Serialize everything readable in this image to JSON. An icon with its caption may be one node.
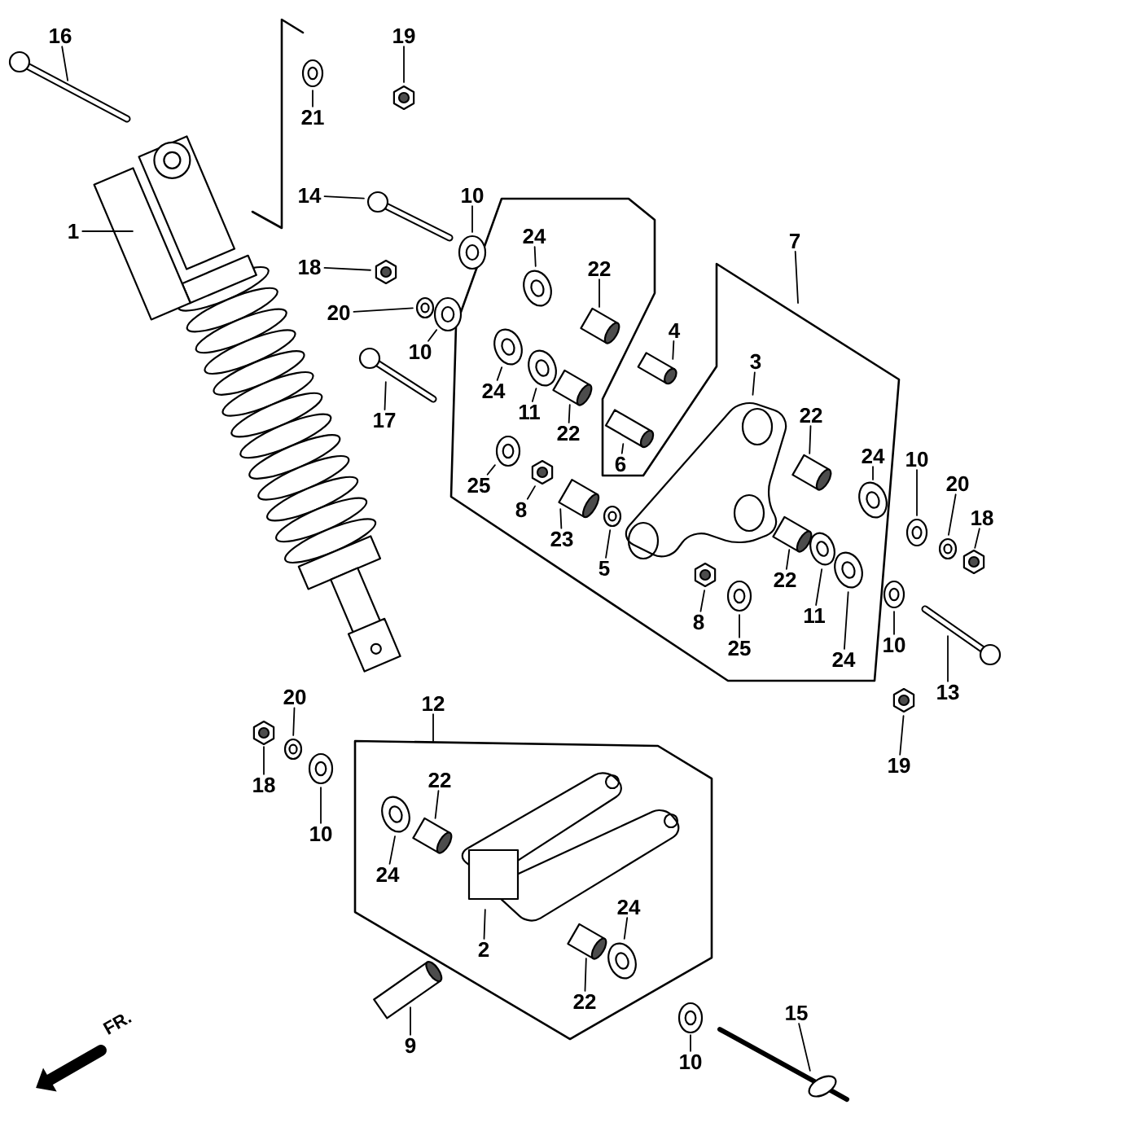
{
  "diagram": {
    "nodes": [
      {
        "text": [
          "16"
        ]
      },
      {
        "text": [
          "21"
        ]
      },
      {
        "text": [
          "19"
        ]
      },
      {
        "text": [
          "1"
        ]
      },
      {
        "text": [
          "14"
        ]
      },
      {
        "text": [
          "10"
        ]
      },
      {
        "text": [
          "18"
        ]
      },
      {
        "text": [
          "20"
        ]
      },
      {
        "text": [
          "10"
        ]
      },
      {
        "text": [
          "17"
        ]
      },
      {
        "text": [
          "24"
        ]
      },
      {
        "text": [
          "22"
        ]
      },
      {
        "text": [
          "4"
        ]
      },
      {
        "text": [
          "7"
        ]
      },
      {
        "text": [
          "3"
        ]
      },
      {
        "text": [
          "24"
        ]
      },
      {
        "text": [
          "11"
        ]
      },
      {
        "text": [
          "22"
        ]
      },
      {
        "text": [
          "6"
        ]
      },
      {
        "text": [
          "25"
        ]
      },
      {
        "text": [
          "8"
        ]
      },
      {
        "text": [
          "23"
        ]
      },
      {
        "text": [
          "5"
        ]
      },
      {
        "text": [
          "22"
        ]
      },
      {
        "text": [
          "24"
        ]
      },
      {
        "text": [
          "10"
        ]
      },
      {
        "text": [
          "20"
        ]
      },
      {
        "text": [
          "18"
        ]
      },
      {
        "text": [
          "22"
        ]
      },
      {
        "text": [
          "11"
        ]
      },
      {
        "text": [
          "24"
        ]
      },
      {
        "text": [
          "8"
        ]
      },
      {
        "text": [
          "25"
        ]
      },
      {
        "text": [
          "10"
        ]
      },
      {
        "text": [
          "13"
        ]
      },
      {
        "text": [
          "19"
        ]
      },
      {
        "text": [
          "12"
        ]
      },
      {
        "text": [
          "20"
        ]
      },
      {
        "text": [
          "18"
        ]
      },
      {
        "text": [
          "10"
        ]
      },
      {
        "text": [
          "22"
        ]
      },
      {
        "text": [
          "24"
        ]
      },
      {
        "text": [
          "2"
        ]
      },
      {
        "text": [
          "24"
        ]
      },
      {
        "text": [
          "22"
        ]
      },
      {
        "text": [
          "9"
        ]
      },
      {
        "text": [
          "10"
        ]
      },
      {
        "text": [
          "15"
        ]
      },
      {
        "text": [],
        "shape": "picture"
      },
      {
        "text": [],
        "shape": "picture"
      },
      {
        "text": [],
        "shape": "picture"
      },
      {
        "text": [],
        "shape": "picture"
      },
      {
        "text": [],
        "shape": "picture"
      },
      {
        "text": [],
        "shape": "picture"
      },
      {
        "text": [],
        "shape": "picture"
      },
      {
        "text": [],
        "shape": "picture"
      },
      {
        "text": [],
        "shape": "picture"
      },
      {
        "text": [],
        "shape": "picture"
      },
      {
        "text": [],
        "shape": "picture"
      },
      {
        "text": [],
        "shape": "picture"
      },
      {
        "text": [],
        "shape": "picture"
      },
      {
        "text": [],
        "shape": "picture"
      },
      {
        "text": [],
        "shape": "picture"
      },
      {
        "text": [],
        "shape": "picture"
      },
      {
        "text": [],
        "shape": "picture"
      },
      {
        "text": [],
        "shape": "picture"
      },
      {
        "text": [],
        "shape": "picture"
      },
      {
        "text": [],
        "shape": "picture"
      },
      {
        "text": [],
        "shape": "picture"
      },
      {
        "text": [],
        "shape": "picture"
      },
      {
        "text": [],
        "shape": "picture"
      },
      {
        "text": [],
        "shape": "picture"
      },
      {
        "text": [],
        "shape": "picture"
      },
      {
        "text": [],
        "shape": "picture"
      },
      {
        "text": [],
        "shape": "picture"
      },
      {
        "text": [],
        "shape": "picture"
      },
      {
        "text": [],
        "shape": "picture"
      },
      {
        "text": [],
        "shape": "picture"
      },
      {
        "text": [],
        "shape": "picture"
      },
      {
        "text": [],
        "shape": "picture"
      },
      {
        "text": [],
        "shape": "picture"
      },
      {
        "text": [],
        "shape": "picture"
      },
      {
        "text": [],
        "shape": "picture"
      },
      {
        "text": [],
        "shape": "picture"
      },
      {
        "text": [],
        "shape": "picture"
      },
      {
        "text": [],
        "shape": "picture"
      },
      {
        "text": [],
        "shape": "picture"
      },
      {
        "text": [],
        "shape": "picture"
      },
      {
        "text": [],
        "shape": "picture"
      },
      {
        "text": [],
        "shape": "picture"
      },
      {
        "text": [],
        "shape": "picture"
      },
      {
        "text": [],
        "shape": "picture"
      },
      {
        "text": [],
        "shape": "picture"
      },
      {
        "text": [],
        "shape": "picture"
      }
    ],
    "edges": [
      {
        "from": 0,
        "to": 48,
        "arrow": "none"
      },
      {
        "from": 1,
        "to": 49,
        "arrow": "none"
      },
      {
        "from": 2,
        "to": 50,
        "arrow": "none"
      },
      {
        "from": 3,
        "to": 51,
        "arrow": "none"
      },
      {
        "from": 4,
        "to": 52,
        "arrow": "none"
      },
      {
        "from": 5,
        "to": 53,
        "arrow": "none"
      },
      {
        "from": 6,
        "to": 54,
        "arrow": "none"
      },
      {
        "from": 7,
        "to": 55,
        "arrow": "none"
      },
      {
        "from": 8,
        "to": 56,
        "arrow": "none"
      },
      {
        "from": 9,
        "to": 57,
        "arrow": "none"
      },
      {
        "from": 10,
        "to": 58,
        "arrow": "none"
      },
      {
        "from": 11,
        "to": 59,
        "arrow": "none"
      },
      {
        "from": 12,
        "to": 60,
        "arrow": "none"
      },
      {
        "from": 13,
        "to": null,
        "arrow": "none"
      },
      {
        "from": 14,
        "to": 61,
        "arrow": "none"
      },
      {
        "from": 15,
        "to": 62,
        "arrow": "none"
      },
      {
        "from": 16,
        "to": 63,
        "arrow": "none"
      },
      {
        "from": 17,
        "to": 64,
        "arrow": "none"
      },
      {
        "from": 18,
        "to": 65,
        "arrow": "none"
      },
      {
        "from": 19,
        "to": 66,
        "arrow": "none"
      },
      {
        "from": 20,
        "to": 67,
        "arrow": "none"
      },
      {
        "from": 21,
        "to": 68,
        "arrow": "none"
      },
      {
        "from": 22,
        "to": 69,
        "arrow": "none"
      },
      {
        "from": 23,
        "to": 70,
        "arrow": "none"
      },
      {
        "from": 24,
        "to": 71,
        "arrow": "none"
      },
      {
        "from": 25,
        "to": 72,
        "arrow": "none"
      },
      {
        "from": 26,
        "to": 73,
        "arrow": "none"
      },
      {
        "from": 27,
        "to": 74,
        "arrow": "none"
      },
      {
        "from": 28,
        "to": 75,
        "arrow": "none"
      },
      {
        "from": 29,
        "to": 76,
        "arrow": "none"
      },
      {
        "from": 30,
        "to": 77,
        "arrow": "none"
      },
      {
        "from": 31,
        "to": 78,
        "arrow": "none"
      },
      {
        "from": 32,
        "to": 79,
        "arrow": "none"
      },
      {
        "from": 33,
        "to": 80,
        "arrow": "none"
      },
      {
        "from": 34,
        "to": 81,
        "arrow": "none"
      },
      {
        "from": 35,
        "to": 82,
        "arrow": "none"
      },
      {
        "from": 36,
        "to": null,
        "arrow": "none"
      },
      {
        "from": 37,
        "to": 83,
        "arrow": "none"
      },
      {
        "from": 38,
        "to": 84,
        "arrow": "none"
      },
      {
        "from": 39,
        "to": 85,
        "arrow": "none"
      },
      {
        "from": 40,
        "to": 86,
        "arrow": "none"
      },
      {
        "from": 41,
        "to": 87,
        "arrow": "none"
      },
      {
        "from": 42,
        "to": 88,
        "arrow": "none"
      },
      {
        "from": 43,
        "to": 89,
        "arrow": "none"
      },
      {
        "from": 44,
        "to": 90,
        "arrow": "none"
      },
      {
        "from": 45,
        "to": 91,
        "arrow": "none"
      },
      {
        "from": 46,
        "to": 92,
        "arrow": "none"
      },
      {
        "from": 47,
        "to": 93,
        "arrow": "none"
      }
    ],
    "labels": [
      "FR."
    ]
  }
}
